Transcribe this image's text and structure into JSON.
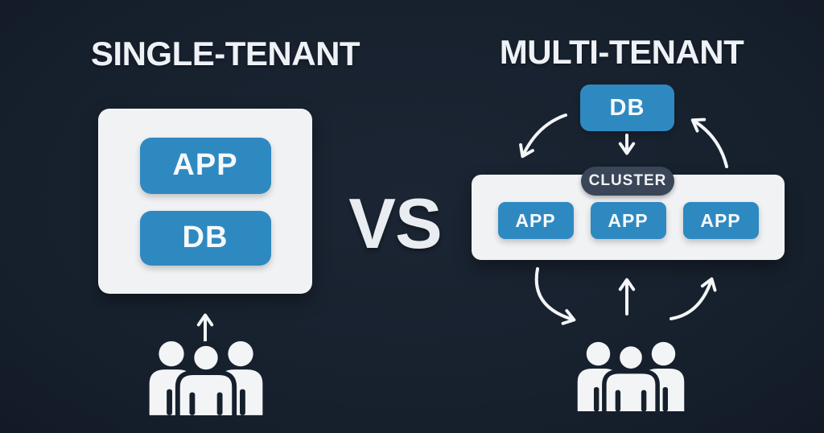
{
  "left": {
    "title": "SINGLE-TENANT",
    "app_label": "APP",
    "db_label": "DB"
  },
  "divider": {
    "vs_label": "VS"
  },
  "right": {
    "title": "MULTI-TENANT",
    "db_label": "DB",
    "cluster_label": "CLUSTER",
    "apps": [
      {
        "label": "APP"
      },
      {
        "label": "APP"
      },
      {
        "label": "APP"
      }
    ]
  },
  "icons": {
    "left_users": "users-group-icon",
    "right_users": "users-group-icon",
    "arrows": [
      "arrow-up-users-to-single-card",
      "arrow-down-db-to-cluster",
      "curved-arrow-db-to-cluster-left",
      "curved-arrow-cluster-to-db-right",
      "curved-arrow-cluster-to-users-left",
      "arrow-up-users-to-cluster",
      "curved-arrow-users-to-cluster-right"
    ]
  },
  "colors": {
    "background": "#16202d",
    "card": "#f1f2f4",
    "accent_blue": "#2f89c1",
    "cluster_dark": "#3a4557",
    "text_light": "#eef1f5"
  }
}
